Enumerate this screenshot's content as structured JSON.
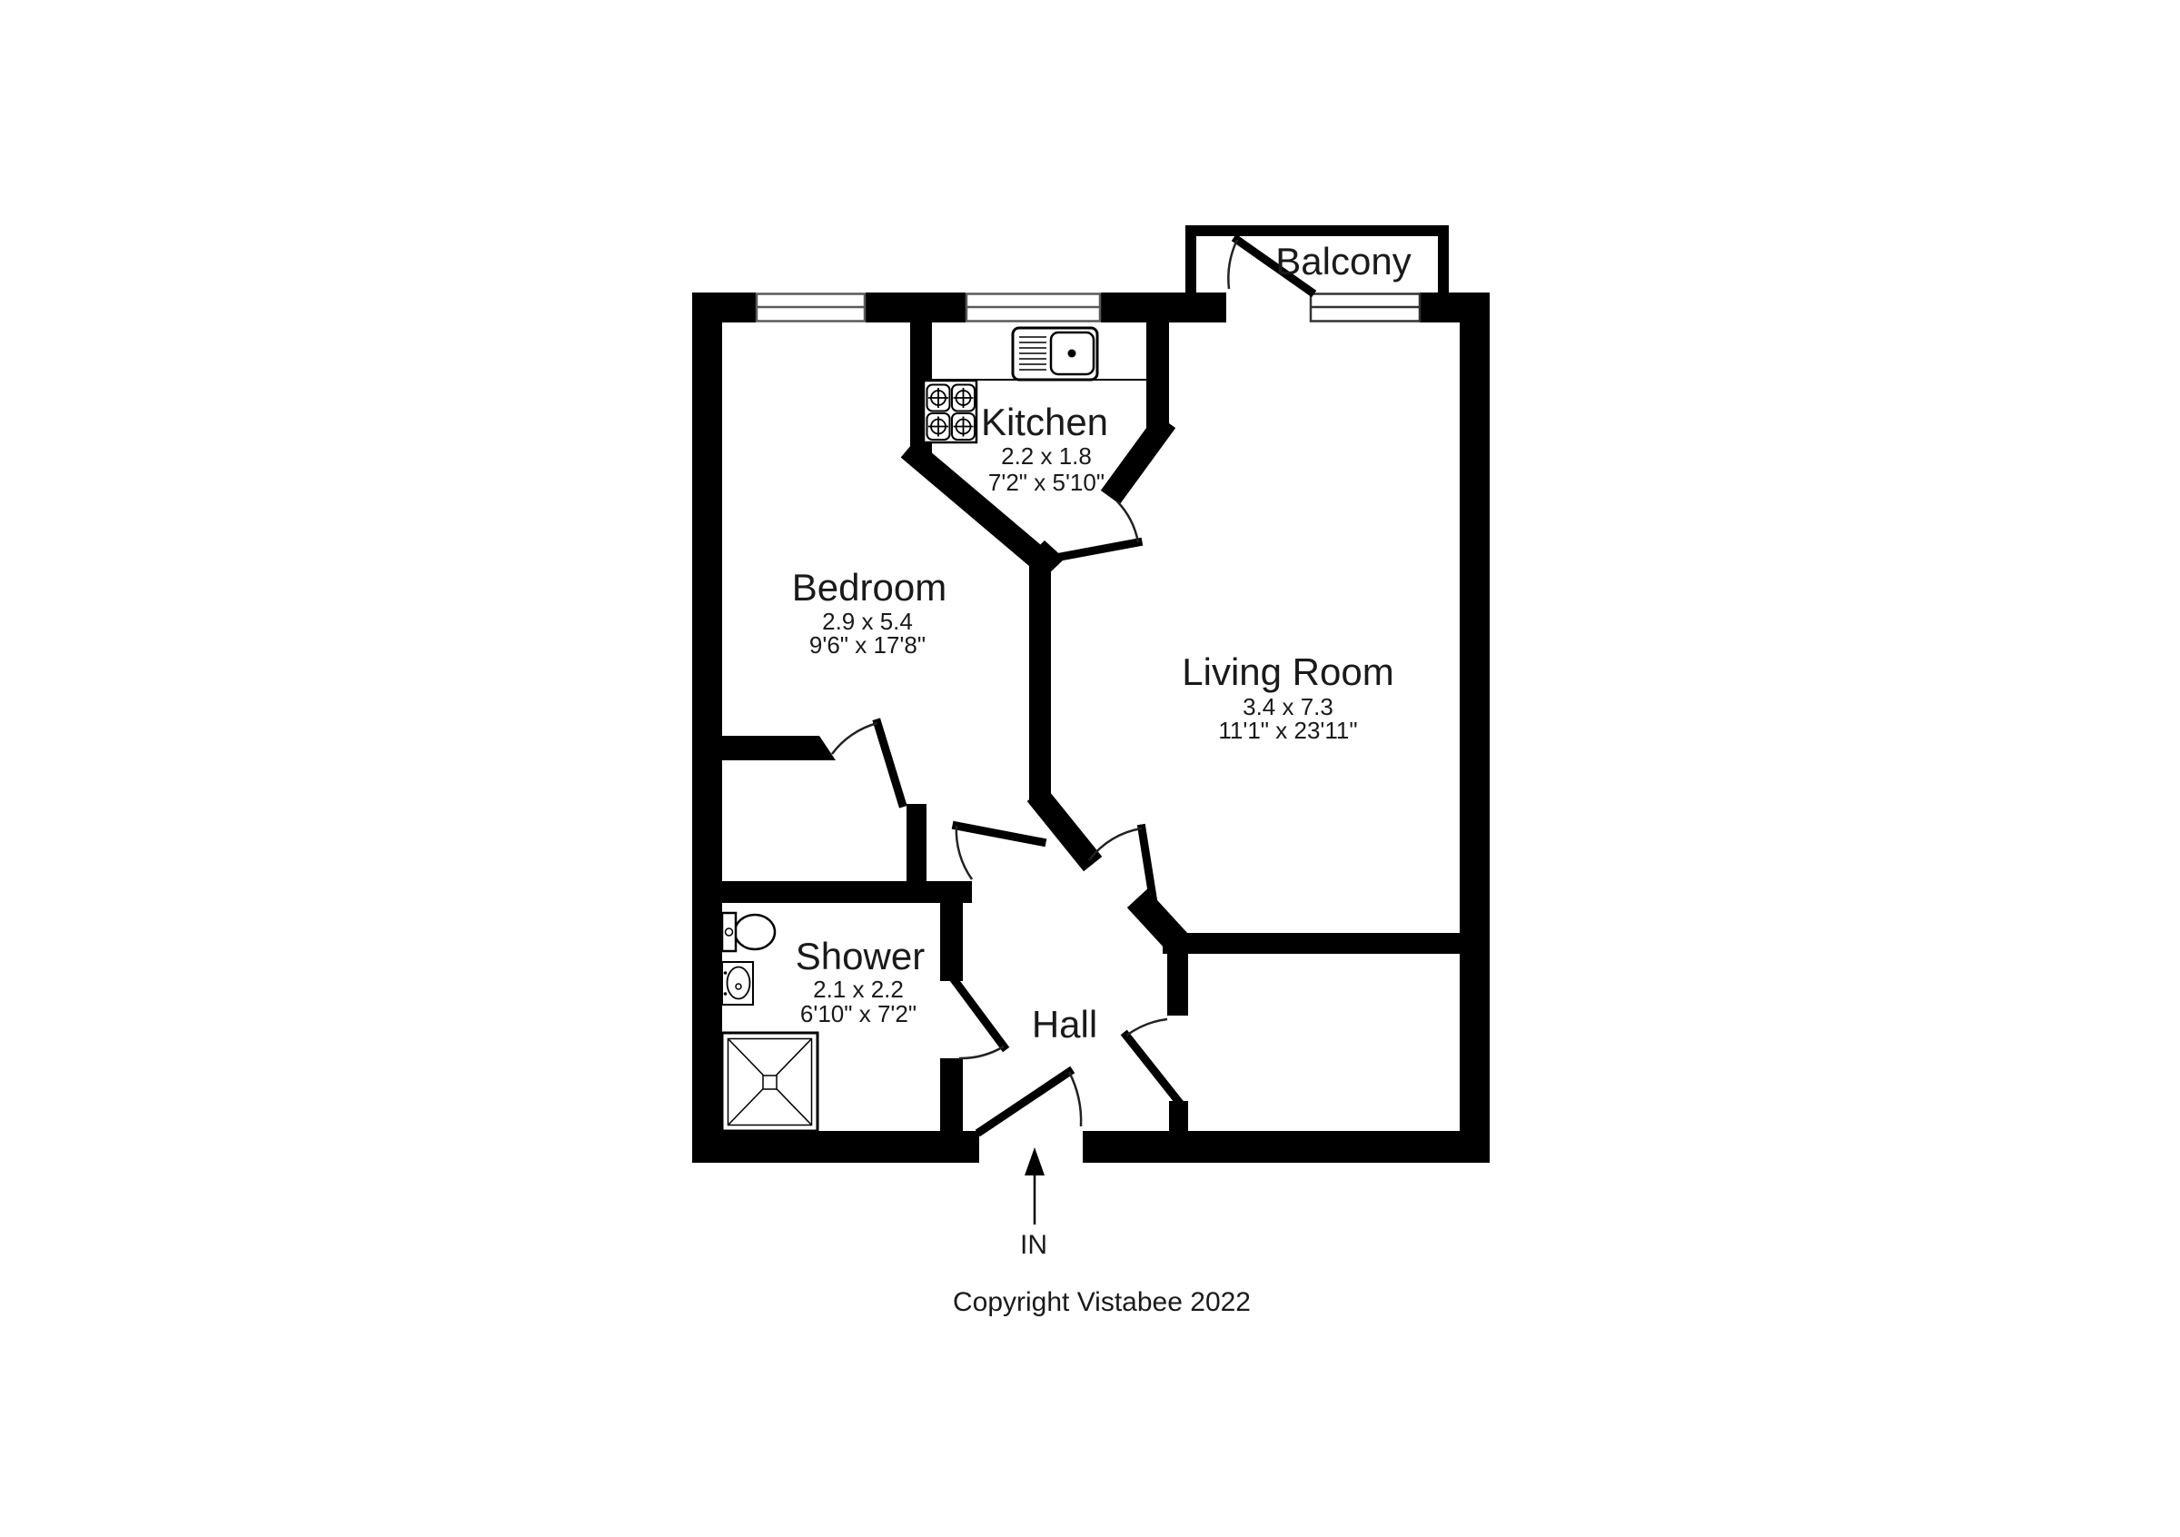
{
  "page": {
    "background": "#ffffff",
    "wall_color": "#000000",
    "text_color": "#1a1a1a"
  },
  "plan": {
    "rooms": {
      "balcony": {
        "name": "Balcony"
      },
      "kitchen": {
        "name": "Kitchen",
        "size_metric": "2.2 x 1.8",
        "size_imperial": "7'2\" x 5'10\""
      },
      "bedroom": {
        "name": "Bedroom",
        "size_metric": "2.9 x 5.4",
        "size_imperial": "9'6\" x 17'8\""
      },
      "living_room": {
        "name": "Living Room",
        "size_metric": "3.4 x 7.3",
        "size_imperial": "11'1\" x 23'11\""
      },
      "shower": {
        "name": "Shower",
        "size_metric": "2.1 x 2.2",
        "size_imperial": "6'10\" x 7'2\""
      },
      "hall": {
        "name": "Hall"
      }
    },
    "entrance_label": "IN",
    "copyright": "Copyright Vistabee 2022"
  }
}
